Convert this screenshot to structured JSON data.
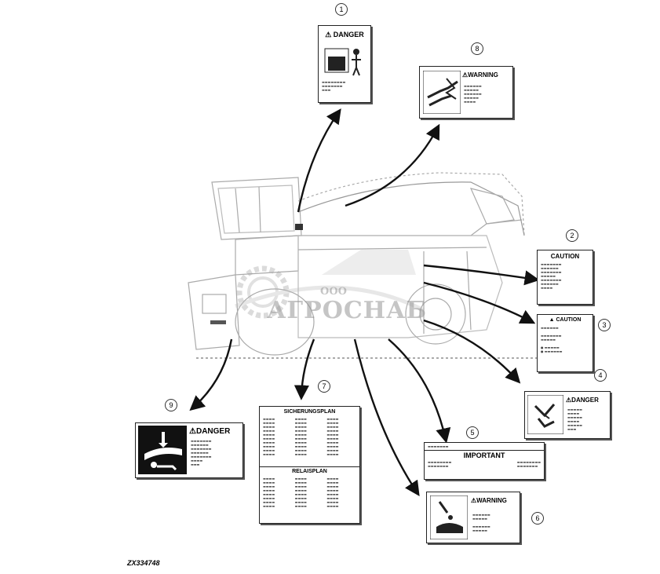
{
  "figure_code": "ZX334748",
  "watermark": {
    "prefix": "ООО",
    "name": "АГРОСНАБ"
  },
  "labels": [
    {
      "callout": "1",
      "type": "DANGER"
    },
    {
      "callout": "2",
      "type": "CAUTION"
    },
    {
      "callout": "3",
      "type": "CAUTION"
    },
    {
      "callout": "4",
      "type": "DANGER"
    },
    {
      "callout": "5",
      "type": "IMPORTANT"
    },
    {
      "callout": "6",
      "type": "WARNING"
    },
    {
      "callout": "7",
      "type": "SICHERUNGSPLAN",
      "subtitle": "RELAISPLAN"
    },
    {
      "callout": "8",
      "type": "WARNING"
    },
    {
      "callout": "9",
      "type": "DANGER"
    }
  ]
}
